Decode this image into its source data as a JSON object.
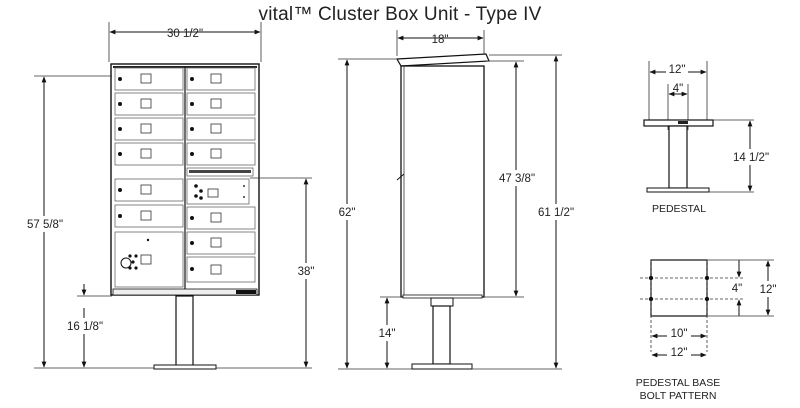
{
  "title": "vital™ Cluster Box Unit - Type IV",
  "front_view": {
    "width_label": "30 1/2\"",
    "total_height_label": "57 5/8\"",
    "base_height_label": "16 1/8\"",
    "top_door_height_label": "38\""
  },
  "side_view": {
    "depth_label": "18\"",
    "overall_height_label": "62\"",
    "front_height_label": "47 3/8\"",
    "rear_height_label": "61 1/2\"",
    "base_height_label": "14\""
  },
  "pedestal": {
    "width_label": "12\"",
    "inner_width_label": "4\"",
    "height_label": "14 1/2\"",
    "caption": "PEDESTAL"
  },
  "bolt_pattern": {
    "spacing_v_label": "4\"",
    "height_label": "12\"",
    "spacing_h_label": "10\"",
    "width_label": "12\"",
    "caption_line1": "PEDESTAL BASE",
    "caption_line2": "BOLT PATTERN"
  }
}
